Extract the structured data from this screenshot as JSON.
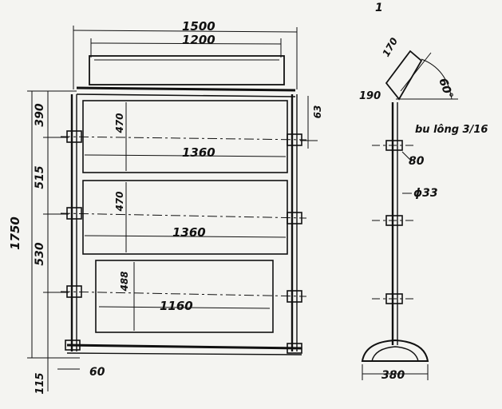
{
  "front_view": {
    "top_width_outer": "1500",
    "top_width_inner": "1200",
    "total_height": "1750",
    "segment_top": "390",
    "segment_middle": "515",
    "segment_lower": "530",
    "base_offset": "115",
    "foot_width": "60",
    "top_small": "63",
    "panel_widths": [
      "1360",
      "1360",
      "1160"
    ],
    "panel_heights": [
      "470",
      "470",
      "488"
    ]
  },
  "side_view": {
    "top_length": "170",
    "angle": "60°",
    "top_offset": "190",
    "bolt_label": "bu lông 3/16",
    "clamp_width": "80",
    "pipe_diameter": "ϕ33",
    "base_width": "380"
  },
  "marks": {
    "top_tick": "1"
  }
}
